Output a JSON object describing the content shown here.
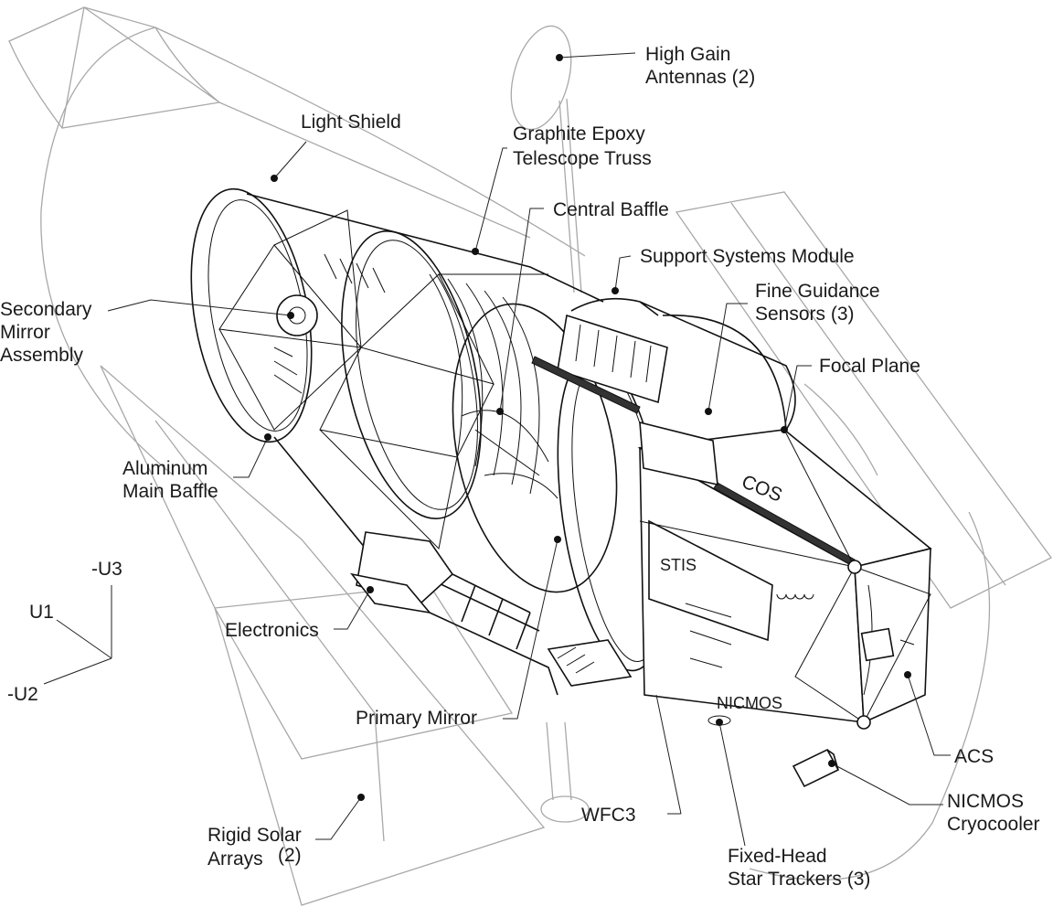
{
  "title": "Hubble Space Telescope cutaway diagram",
  "labels": {
    "high_gain_antennas": [
      "High Gain",
      "Antennas (2)"
    ],
    "light_shield": "Light Shield",
    "graphite_epoxy_truss": [
      "Graphite Epoxy",
      "Telescope Truss"
    ],
    "central_baffle": "Central Baffle",
    "support_systems_module": "Support Systems Module",
    "fine_guidance_sensors": [
      "Fine Guidance",
      "Sensors (3)"
    ],
    "secondary_mirror_assembly": [
      "Secondary",
      "Mirror",
      "Assembly"
    ],
    "focal_plane": "Focal Plane",
    "aluminum_main_baffle": [
      "Aluminum",
      "Main Baffle"
    ],
    "cos": "COS",
    "stis": "STIS",
    "electronics": "Electronics",
    "nicmos": "NICMOS",
    "primary_mirror": "Primary Mirror",
    "acs": "ACS",
    "nicmos_cryocooler": [
      "NICMOS",
      "Cryocooler"
    ],
    "wfc3": "WFC3",
    "rigid_solar_arrays": [
      "Rigid Solar",
      "Arrays"
    ],
    "rigid_solar_arrays_count": "(2)",
    "fixed_head_star_trackers": [
      "Fixed-Head",
      "Star Trackers (3)"
    ]
  },
  "axes": {
    "u1": "U1",
    "minus_u2": "-U2",
    "minus_u3": "-U3"
  }
}
